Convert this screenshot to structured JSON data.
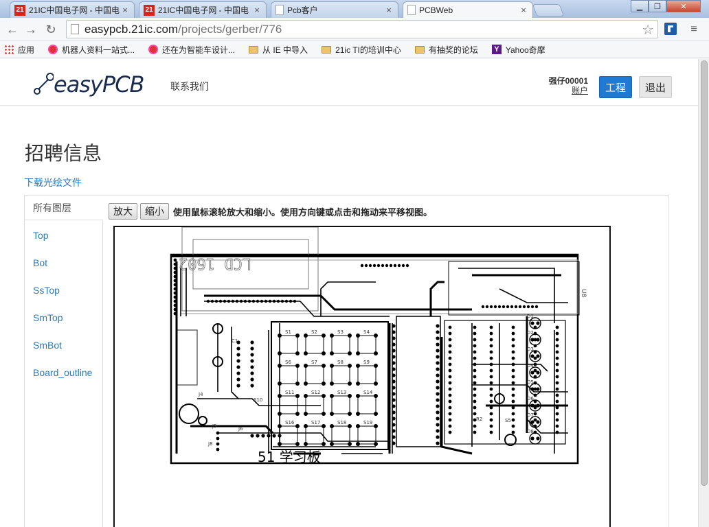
{
  "browser": {
    "tabs": [
      {
        "title": "21IC中国电子网 - 中国电",
        "favicon": "21"
      },
      {
        "title": "21IC中国电子网 - 中国电",
        "favicon": "21"
      },
      {
        "title": "Pcb客户",
        "favicon": ""
      },
      {
        "title": "PCBWeb",
        "favicon": ""
      }
    ],
    "address": {
      "host": "easypcb.21ic.com",
      "path": "/projects/gerber/776"
    },
    "bookmarks": [
      {
        "label": "应用",
        "icon": "apps-icon"
      },
      {
        "label": "机器人资料一站式...",
        "icon": "red-circle-icon"
      },
      {
        "label": "还在为智能车设计...",
        "icon": "red-circle-icon"
      },
      {
        "label": "从 IE 中导入",
        "icon": "folder-icon"
      },
      {
        "label": "21ic TI的培训中心",
        "icon": "folder-icon"
      },
      {
        "label": "有抽奖的论坛",
        "icon": "folder-icon"
      },
      {
        "label": "Yahoo奇摩",
        "icon": "yahoo-icon",
        "icon_letter": "Y"
      }
    ]
  },
  "header": {
    "brand": "easyPCB",
    "nav_contact": "联系我们",
    "user_name": "强仔00001",
    "account_link": "账户",
    "project_button": "工程",
    "logout_button": "退出",
    "accent": "#1f7ad4"
  },
  "main": {
    "title": "招聘信息",
    "download_link": "下载光绘文件",
    "layers": [
      "所有图层",
      "Top",
      "Bot",
      "SsTop",
      "SmTop",
      "SmBot",
      "Board_outline"
    ],
    "active_layer": "所有图层",
    "zoom_in": "放大",
    "zoom_out": "缩小",
    "hint": "使用鼠标滚轮放大和缩小。使用方向键或点击和拖动来平移视图。"
  },
  "pcb": {
    "lcd_text": "LCD 1602",
    "u_label": "U8",
    "bottom_text": "51 学习板",
    "switches": [
      "S1",
      "S2",
      "S3",
      "S4",
      "S6",
      "S7",
      "S8",
      "S9",
      "S11",
      "S12",
      "S13",
      "S14",
      "S16",
      "S17",
      "S18",
      "S19"
    ],
    "extra_labels": [
      "C1",
      "S5",
      "S10",
      "J4",
      "J5",
      "J6",
      "J8",
      "R2",
      "D1",
      "D2",
      "D3",
      "D4",
      "D5",
      "D6",
      "D7",
      "D8"
    ]
  }
}
